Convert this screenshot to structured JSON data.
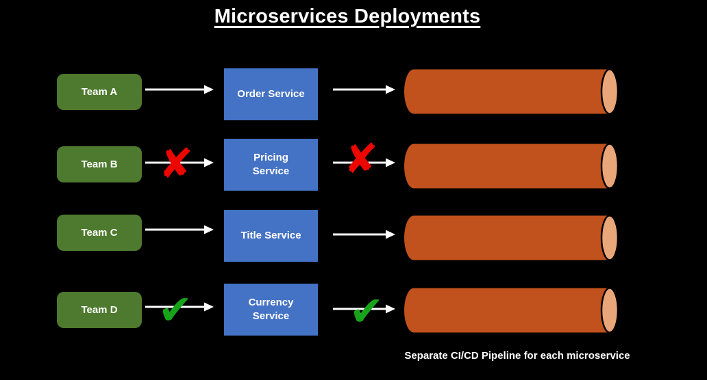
{
  "title": "Microservices Deployments",
  "caption": "Separate CI/CD Pipeline for each microservice",
  "colors": {
    "background": "#000000",
    "team-green": "#4d7a2e",
    "service-blue": "#4472c4",
    "pipe-body": "#c1521d",
    "pipe-cap": "#e9a678",
    "mark-red": "#ec0600",
    "mark-green": "#18a41a",
    "arrow-white": "#ffffff",
    "text-white": "#ffffff"
  },
  "rows": [
    {
      "team": "Team A",
      "service": "Order Service"
    },
    {
      "team": "Team B",
      "service": "Pricing Service",
      "left_mark": "✘",
      "right_mark": "✘"
    },
    {
      "team": "Team C",
      "service": "Title Service"
    },
    {
      "team": "Team D",
      "service": "Currency Service",
      "left_mark": "✔",
      "right_mark": "✔"
    }
  ]
}
